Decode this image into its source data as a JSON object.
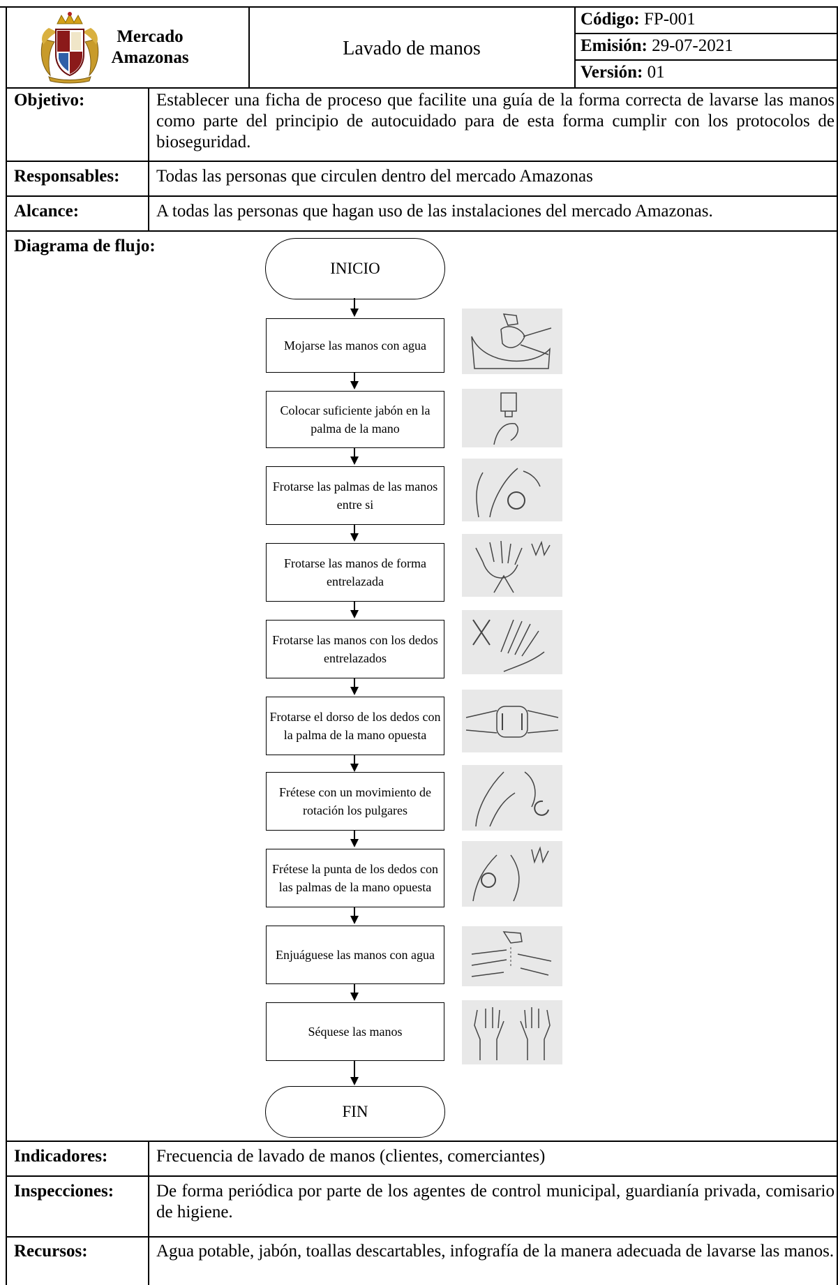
{
  "header": {
    "company_line1": "Mercado",
    "company_line2": "Amazonas",
    "title": "Lavado de manos",
    "code_label": "Código:",
    "code_value": "FP-001",
    "emission_label": "Emisión:",
    "emission_value": "29-07-2021",
    "version_label": "Versión:",
    "version_value": "01"
  },
  "fields": {
    "objetivo_label": "Objetivo:",
    "objetivo_value": "Establecer una ficha de proceso que facilite una guía de la forma correcta de lavarse las manos como parte del principio de autocuidado para de esta forma cumplir con los protocolos de bioseguridad.",
    "responsables_label": "Responsables:",
    "responsables_value": "Todas las personas que circulen dentro del mercado Amazonas",
    "alcance_label": "Alcance:",
    "alcance_value": "A todas las personas que hagan uso de las instalaciones del mercado Amazonas.",
    "diagrama_label": "Diagrama de flujo:",
    "indicadores_label": "Indicadores:",
    "indicadores_value": "Frecuencia de lavado de manos (clientes, comerciantes)",
    "inspecciones_label": "Inspecciones:",
    "inspecciones_value": "De forma periódica por parte de los agentes de control municipal, guardianía privada, comisario de higiene.",
    "recursos_label": "Recursos:",
    "recursos_value": "Agua potable, jabón, toallas descartables, infografía de la manera adecuada de lavarse las manos."
  },
  "flowchart": {
    "start": "INICIO",
    "end": "FIN",
    "steps": [
      "Mojarse las manos con agua",
      "Colocar suficiente jabón en la palma de la mano",
      "Frotarse las palmas de las manos entre si",
      "Frotarse las manos de forma entrelazada",
      "Frotarse las manos con los dedos entrelazados",
      "Frotarse el dorso de los dedos con la palma de la mano opuesta",
      "Frétese con un movimiento de rotación los pulgares",
      "Frétese la punta de los dedos con las palmas de la mano opuesta",
      "Enjuáguese las manos con agua",
      "Séquese las manos"
    ]
  }
}
